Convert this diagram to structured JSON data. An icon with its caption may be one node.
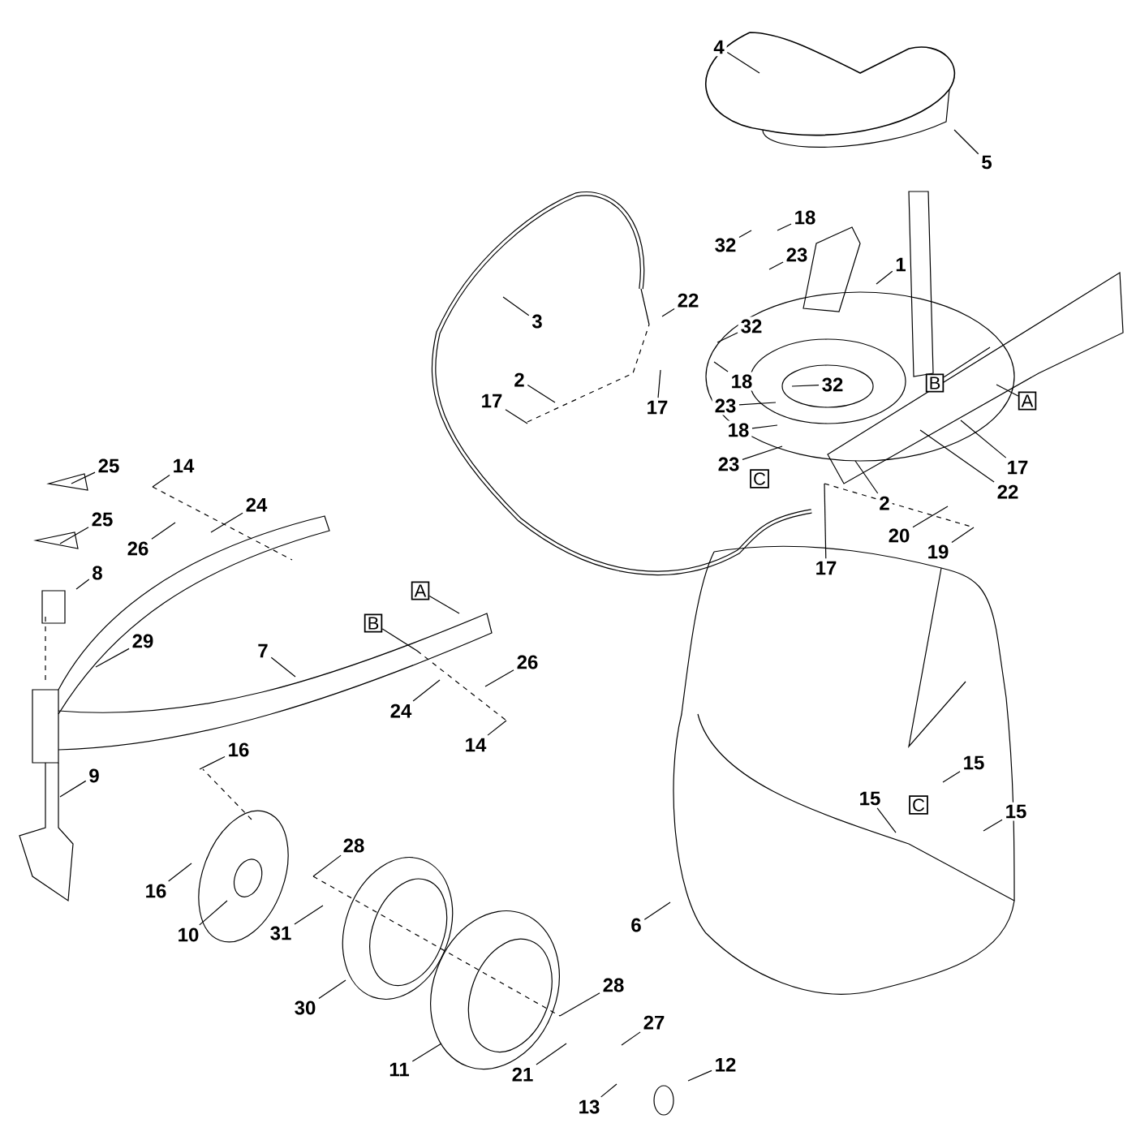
{
  "diagram": {
    "nodes": [
      {
        "text": [
          "4"
        ]
      },
      {
        "text": [
          "5"
        ]
      },
      {
        "text": [
          "18"
        ]
      },
      {
        "text": [
          "32"
        ]
      },
      {
        "text": [
          "23"
        ]
      },
      {
        "text": [
          "1"
        ]
      },
      {
        "text": [
          "22"
        ]
      },
      {
        "text": [
          "3"
        ]
      },
      {
        "text": [
          "32"
        ]
      },
      {
        "text": [
          "18"
        ]
      },
      {
        "text": [
          "2"
        ]
      },
      {
        "text": [
          "32"
        ]
      },
      {
        "text": [
          "B"
        ]
      },
      {
        "text": [
          "A"
        ]
      },
      {
        "text": [
          "17"
        ]
      },
      {
        "text": [
          "17"
        ]
      },
      {
        "text": [
          "23"
        ]
      },
      {
        "text": [
          "18"
        ]
      },
      {
        "text": [
          "23"
        ]
      },
      {
        "text": [
          "17"
        ]
      },
      {
        "text": [
          "C"
        ]
      },
      {
        "text": [
          "22"
        ]
      },
      {
        "text": [
          "2"
        ]
      },
      {
        "text": [
          "20"
        ]
      },
      {
        "text": [
          "19"
        ]
      },
      {
        "text": [
          "17"
        ]
      },
      {
        "text": [
          "25"
        ]
      },
      {
        "text": [
          "14"
        ]
      },
      {
        "text": [
          "24"
        ]
      },
      {
        "text": [
          "25"
        ]
      },
      {
        "text": [
          "26"
        ]
      },
      {
        "text": [
          "8"
        ]
      },
      {
        "text": [
          "A"
        ]
      },
      {
        "text": [
          "B"
        ]
      },
      {
        "text": [
          "29"
        ]
      },
      {
        "text": [
          "7"
        ]
      },
      {
        "text": [
          "26"
        ]
      },
      {
        "text": [
          "24"
        ]
      },
      {
        "text": [
          "14"
        ]
      },
      {
        "text": [
          "16"
        ]
      },
      {
        "text": [
          "9"
        ]
      },
      {
        "text": [
          "15"
        ]
      },
      {
        "text": [
          "15"
        ]
      },
      {
        "text": [
          "C"
        ]
      },
      {
        "text": [
          "15"
        ]
      },
      {
        "text": [
          "28"
        ]
      },
      {
        "text": [
          "16"
        ]
      },
      {
        "text": [
          "6"
        ]
      },
      {
        "text": [
          "31"
        ]
      },
      {
        "text": [
          "10"
        ]
      },
      {
        "text": [
          "28"
        ]
      },
      {
        "text": [
          "30"
        ]
      },
      {
        "text": [
          "27"
        ]
      },
      {
        "text": [
          "12"
        ]
      },
      {
        "text": [
          "11"
        ]
      },
      {
        "text": [
          "21"
        ]
      },
      {
        "text": [
          "13"
        ]
      }
    ],
    "edges": [
      {
        "from": 0,
        "to": null,
        "arrow": "none"
      },
      {
        "from": 1,
        "to": null,
        "arrow": "none"
      },
      {
        "from": 2,
        "to": null,
        "arrow": "none"
      },
      {
        "from": 3,
        "to": null,
        "arrow": "none"
      },
      {
        "from": 4,
        "to": null,
        "arrow": "none"
      },
      {
        "from": 5,
        "to": null,
        "arrow": "none"
      },
      {
        "from": 6,
        "to": null,
        "arrow": "none"
      },
      {
        "from": 7,
        "to": null,
        "arrow": "none"
      },
      {
        "from": 8,
        "to": null,
        "arrow": "none"
      },
      {
        "from": 9,
        "to": null,
        "arrow": "none"
      },
      {
        "from": 10,
        "to": null,
        "arrow": "none"
      },
      {
        "from": 11,
        "to": null,
        "arrow": "none"
      },
      {
        "from": 12,
        "to": null,
        "arrow": "none"
      },
      {
        "from": 13,
        "to": null,
        "arrow": "none"
      },
      {
        "from": 14,
        "to": null,
        "arrow": "none"
      },
      {
        "from": 15,
        "to": null,
        "arrow": "none"
      },
      {
        "from": 16,
        "to": null,
        "arrow": "none"
      },
      {
        "from": 17,
        "to": null,
        "arrow": "none"
      },
      {
        "from": 18,
        "to": null,
        "arrow": "none"
      },
      {
        "from": 19,
        "to": null,
        "arrow": "none"
      },
      {
        "from": 21,
        "to": null,
        "arrow": "none"
      },
      {
        "from": 22,
        "to": null,
        "arrow": "none"
      },
      {
        "from": 23,
        "to": null,
        "arrow": "none"
      },
      {
        "from": 24,
        "to": null,
        "arrow": "none"
      },
      {
        "from": 25,
        "to": null,
        "arrow": "none"
      },
      {
        "from": 26,
        "to": null,
        "arrow": "none"
      },
      {
        "from": 27,
        "to": null,
        "arrow": "none"
      },
      {
        "from": 28,
        "to": null,
        "arrow": "none"
      },
      {
        "from": 29,
        "to": null,
        "arrow": "none"
      },
      {
        "from": 30,
        "to": null,
        "arrow": "none"
      },
      {
        "from": 31,
        "to": null,
        "arrow": "none"
      },
      {
        "from": 32,
        "to": null,
        "arrow": "none"
      },
      {
        "from": 33,
        "to": null,
        "arrow": "none"
      },
      {
        "from": 34,
        "to": null,
        "arrow": "none"
      },
      {
        "from": 35,
        "to": null,
        "arrow": "none"
      },
      {
        "from": 36,
        "to": null,
        "arrow": "none"
      },
      {
        "from": 37,
        "to": null,
        "arrow": "none"
      },
      {
        "from": 38,
        "to": null,
        "arrow": "none"
      },
      {
        "from": 39,
        "to": null,
        "arrow": "none"
      },
      {
        "from": 40,
        "to": null,
        "arrow": "none"
      },
      {
        "from": 41,
        "to": null,
        "arrow": "none"
      },
      {
        "from": 42,
        "to": null,
        "arrow": "none"
      },
      {
        "from": 44,
        "to": null,
        "arrow": "none"
      },
      {
        "from": 45,
        "to": null,
        "arrow": "none"
      },
      {
        "from": 46,
        "to": null,
        "arrow": "none"
      },
      {
        "from": 47,
        "to": null,
        "arrow": "none"
      },
      {
        "from": 48,
        "to": null,
        "arrow": "none"
      },
      {
        "from": 49,
        "to": null,
        "arrow": "none"
      },
      {
        "from": 50,
        "to": null,
        "arrow": "none"
      },
      {
        "from": 51,
        "to": null,
        "arrow": "none"
      },
      {
        "from": 52,
        "to": null,
        "arrow": "none"
      },
      {
        "from": 53,
        "to": null,
        "arrow": "none"
      },
      {
        "from": 54,
        "to": null,
        "arrow": "none"
      },
      {
        "from": 55,
        "to": null,
        "arrow": "none"
      },
      {
        "from": 56,
        "to": null,
        "arrow": "none"
      }
    ]
  }
}
